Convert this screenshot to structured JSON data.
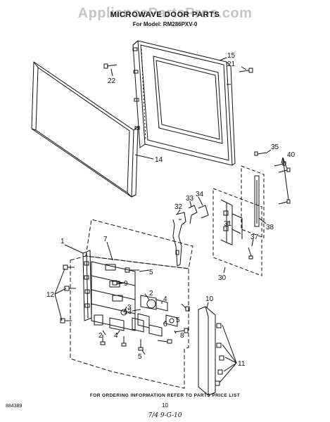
{
  "watermark": "AppliancePartsPros.com",
  "title": "MICROWAVE DOOR PARTS",
  "subtitle": "For Model: RM286PXV-0",
  "callouts": {
    "c15": "15",
    "c21": "21",
    "c22": "22",
    "c14": "14",
    "c35": "35",
    "c40": "40",
    "c34": "34",
    "c33": "33",
    "c32": "32",
    "c31": "31",
    "c38": "38",
    "c37": "37",
    "c30": "30",
    "c1": "1",
    "c7": "7",
    "c5a": "5",
    "c12": "12",
    "c9": "9",
    "c2a": "2",
    "c4a": "4",
    "c3": "3",
    "c13": "13",
    "c6": "6",
    "c8": "8",
    "c5b": "5",
    "c2b": "2",
    "c4b": "4",
    "c5c": "5",
    "c10": "10",
    "c11": "11"
  },
  "footer": "FOR ORDERING INFORMATION REFER TO PARTS PRICE LIST",
  "doc_number": "884389",
  "page_number": "10",
  "handwritten_note": "7/4 9-G-10"
}
